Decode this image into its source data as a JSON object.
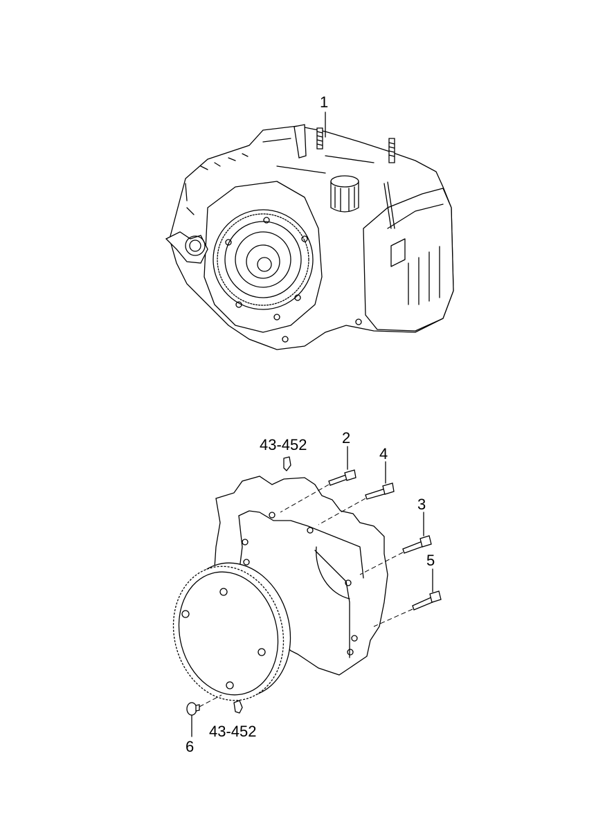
{
  "diagram": {
    "callouts": {
      "p1": "1",
      "p2": "2",
      "p3": "3",
      "p4": "4",
      "p5": "5",
      "p6": "6",
      "ref_top": "43-452",
      "ref_bottom": "43-452"
    }
  }
}
